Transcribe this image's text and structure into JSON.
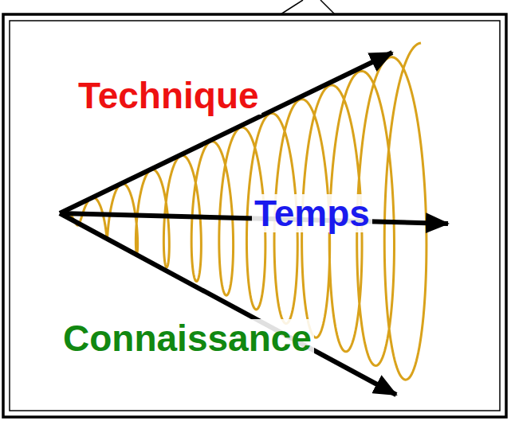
{
  "diagram": {
    "labels": [
      "Technique",
      "Temps",
      "Connaissance"
    ]
  }
}
